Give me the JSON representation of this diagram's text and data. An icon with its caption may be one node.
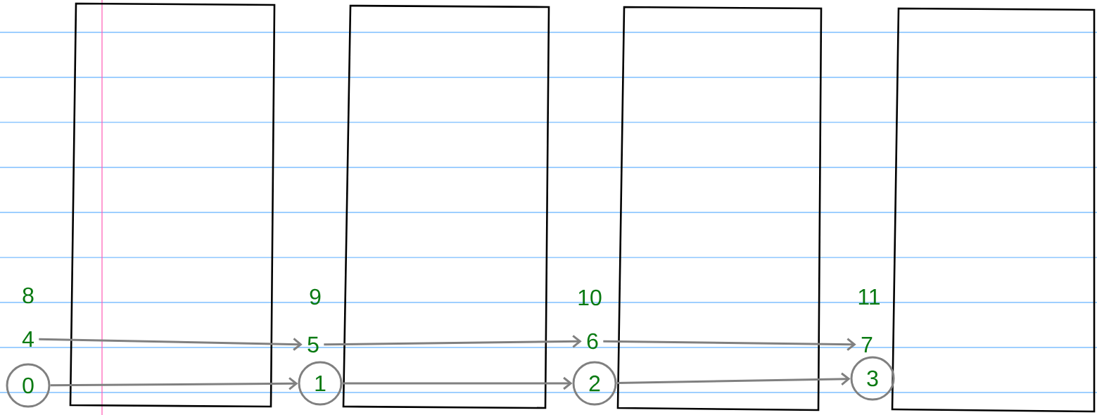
{
  "diagram": {
    "nodes": [
      {
        "text": [
          "0"
        ]
      },
      {
        "text": [
          "1"
        ]
      },
      {
        "text": [
          "2"
        ]
      },
      {
        "text": [
          "3"
        ]
      },
      {
        "text": [
          "4"
        ]
      },
      {
        "text": [
          "5"
        ]
      },
      {
        "text": [
          "6"
        ]
      },
      {
        "text": [
          "7"
        ]
      }
    ],
    "edges": [
      {
        "from": 0,
        "to": 1,
        "arrow": "to"
      },
      {
        "from": 1,
        "to": 2,
        "arrow": "to"
      },
      {
        "from": 2,
        "to": 3,
        "arrow": "to"
      },
      {
        "from": 4,
        "to": 5,
        "arrow": "to"
      },
      {
        "from": 5,
        "to": 6,
        "arrow": "to"
      },
      {
        "from": 6,
        "to": 7,
        "arrow": "to"
      }
    ],
    "labels": [
      "8",
      "9",
      "10",
      "11"
    ]
  }
}
